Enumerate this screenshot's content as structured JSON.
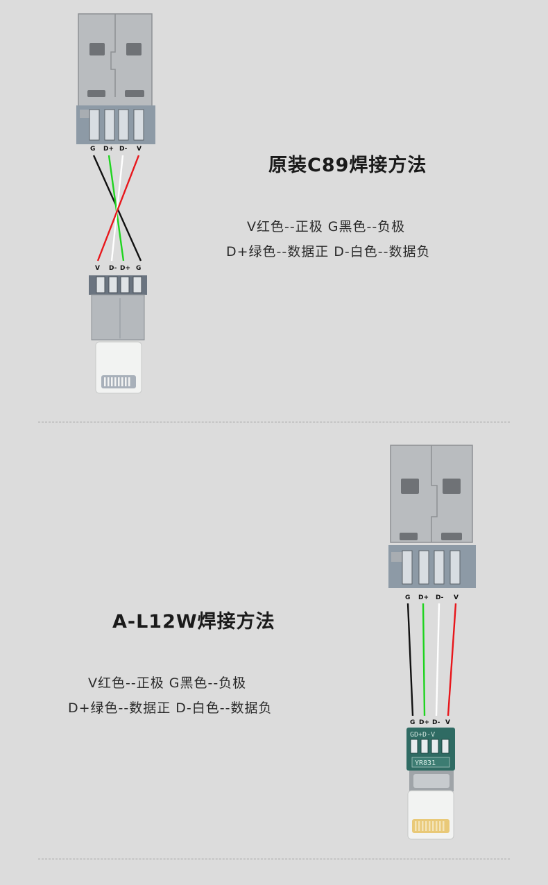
{
  "section1": {
    "title": "原装C89焊接方法",
    "legend_line1": "V红色--正极   G黑色--负极",
    "legend_line2": "D+绿色--数据正   D-白色--数据负",
    "usb_pins": [
      "G",
      "D+",
      "D-",
      "V"
    ],
    "lightning_pins": [
      "V",
      "D-",
      "D+",
      "G"
    ]
  },
  "section2": {
    "title": "A-L12W焊接方法",
    "legend_line1": "V红色--正极   G黑色--负极",
    "legend_line2": "D+绿色--数据正   D-白色--数据负",
    "usb_pins": [
      "G",
      "D+",
      "D-",
      "V"
    ],
    "board_pins": [
      "G",
      "D+",
      "D-",
      "V"
    ],
    "board_silk": "GD+D-V",
    "board_chip": "YR831"
  },
  "colors": {
    "red": "#e8161b",
    "black": "#111111",
    "green": "#1fd41f",
    "white": "#ffffff",
    "background": "#dcdcdc",
    "pcb": "#2f6b63"
  }
}
